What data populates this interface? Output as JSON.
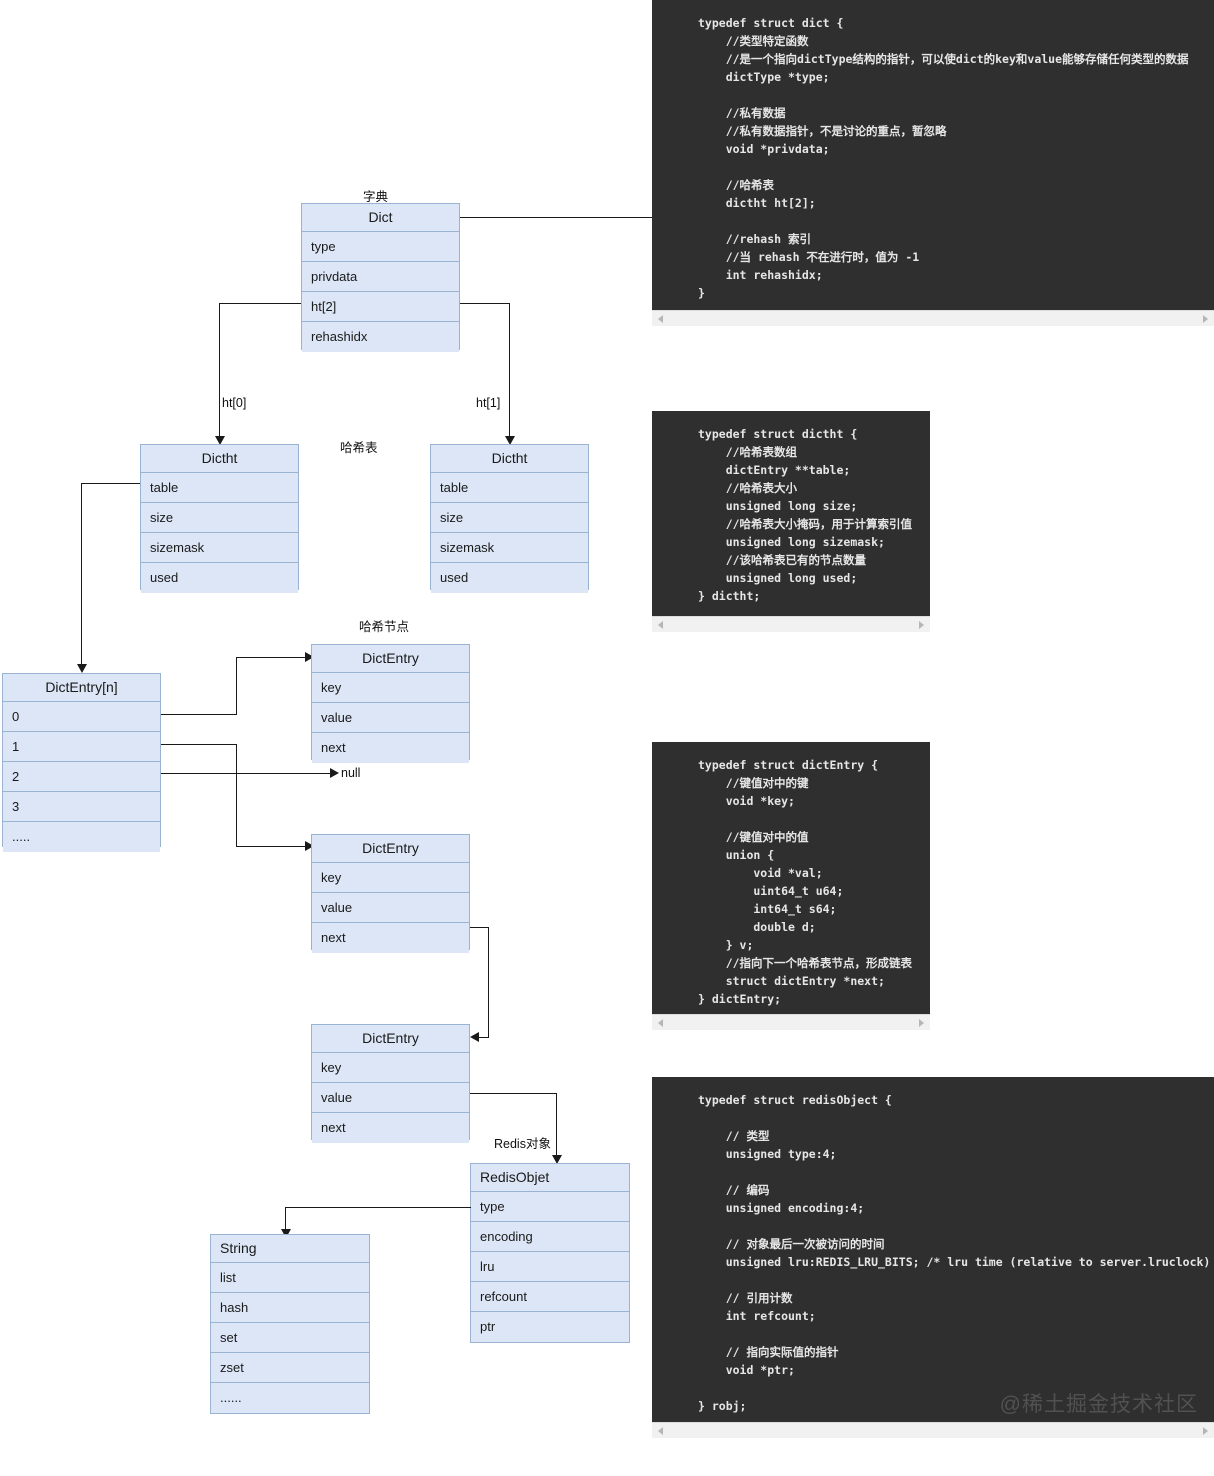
{
  "diagram": {
    "captions": {
      "dict": "字典",
      "hashtable": "哈希表",
      "hashnode": "哈希节点",
      "redisobject": "Redis对象",
      "ht0": "ht[0]",
      "ht1": "ht[1]",
      "null": "null"
    },
    "dict_box": {
      "title": "Dict",
      "rows": [
        "type",
        "privdata",
        "ht[2]",
        "rehashidx"
      ]
    },
    "dictht_left": {
      "title": "Dictht",
      "rows": [
        "table",
        "size",
        "sizemask",
        "used"
      ]
    },
    "dictht_right": {
      "title": "Dictht",
      "rows": [
        "table",
        "size",
        "sizemask",
        "used"
      ]
    },
    "dictentry_array": {
      "title": "DictEntry[n]",
      "rows": [
        "0",
        "1",
        "2",
        "3",
        "....."
      ]
    },
    "dictentry_1": {
      "title": "DictEntry",
      "rows": [
        "key",
        "value",
        "next"
      ]
    },
    "dictentry_2": {
      "title": "DictEntry",
      "rows": [
        "key",
        "value",
        "next"
      ]
    },
    "dictentry_3": {
      "title": "DictEntry",
      "rows": [
        "key",
        "value",
        "next"
      ]
    },
    "redisobjet": {
      "title": "RedisObjet",
      "rows": [
        "type",
        "encoding",
        "lru",
        "refcount",
        "ptr"
      ]
    },
    "types_box": {
      "title": "String",
      "rows": [
        "list",
        "hash",
        "set",
        "zset",
        "......"
      ]
    }
  },
  "code_blocks": {
    "dict": "typedef struct dict {\n    //类型特定函数\n    //是一个指向dictType结构的指针，可以使dict的key和value能够存储任何类型的数据\n    dictType *type;\n\n    //私有数据\n    //私有数据指针，不是讨论的重点，暂忽略\n    void *privdata;\n\n    //哈希表\n    dictht ht[2];\n\n    //rehash 索引\n    //当 rehash 不在进行时，值为 -1\n    int rehashidx;\n}",
    "dictht": "typedef struct dictht {\n    //哈希表数组\n    dictEntry **table;\n    //哈希表大小\n    unsigned long size;\n    //哈希表大小掩码，用于计算索引值\n    unsigned long sizemask;\n    //该哈希表已有的节点数量\n    unsigned long used;\n} dictht;",
    "dictentry": "typedef struct dictEntry {\n    //键值对中的键\n    void *key;\n\n    //键值对中的值\n    union {\n        void *val;\n        uint64_t u64;\n        int64_t s64;\n        double d;\n    } v;\n    //指向下一个哈希表节点，形成链表\n    struct dictEntry *next;\n} dictEntry;",
    "redisobject": "typedef struct redisObject {\n\n    // 类型\n    unsigned type:4;\n\n    // 编码\n    unsigned encoding:4;\n\n    // 对象最后一次被访问的时间\n    unsigned lru:REDIS_LRU_BITS; /* lru time (relative to server.lruclock) */\n\n    // 引用计数\n    int refcount;\n\n    // 指向实际值的指针\n    void *ptr;\n\n} robj;"
  },
  "watermark": "@稀土掘金技术社区",
  "colors": {
    "box_fill": "#dce6f6",
    "box_border": "#9ab3d0",
    "code_bg": "#2f2f2f",
    "code_text": "#e6e6e6",
    "line": "#1a1a1a",
    "scrollbar_bg": "#f1f1f1"
  }
}
